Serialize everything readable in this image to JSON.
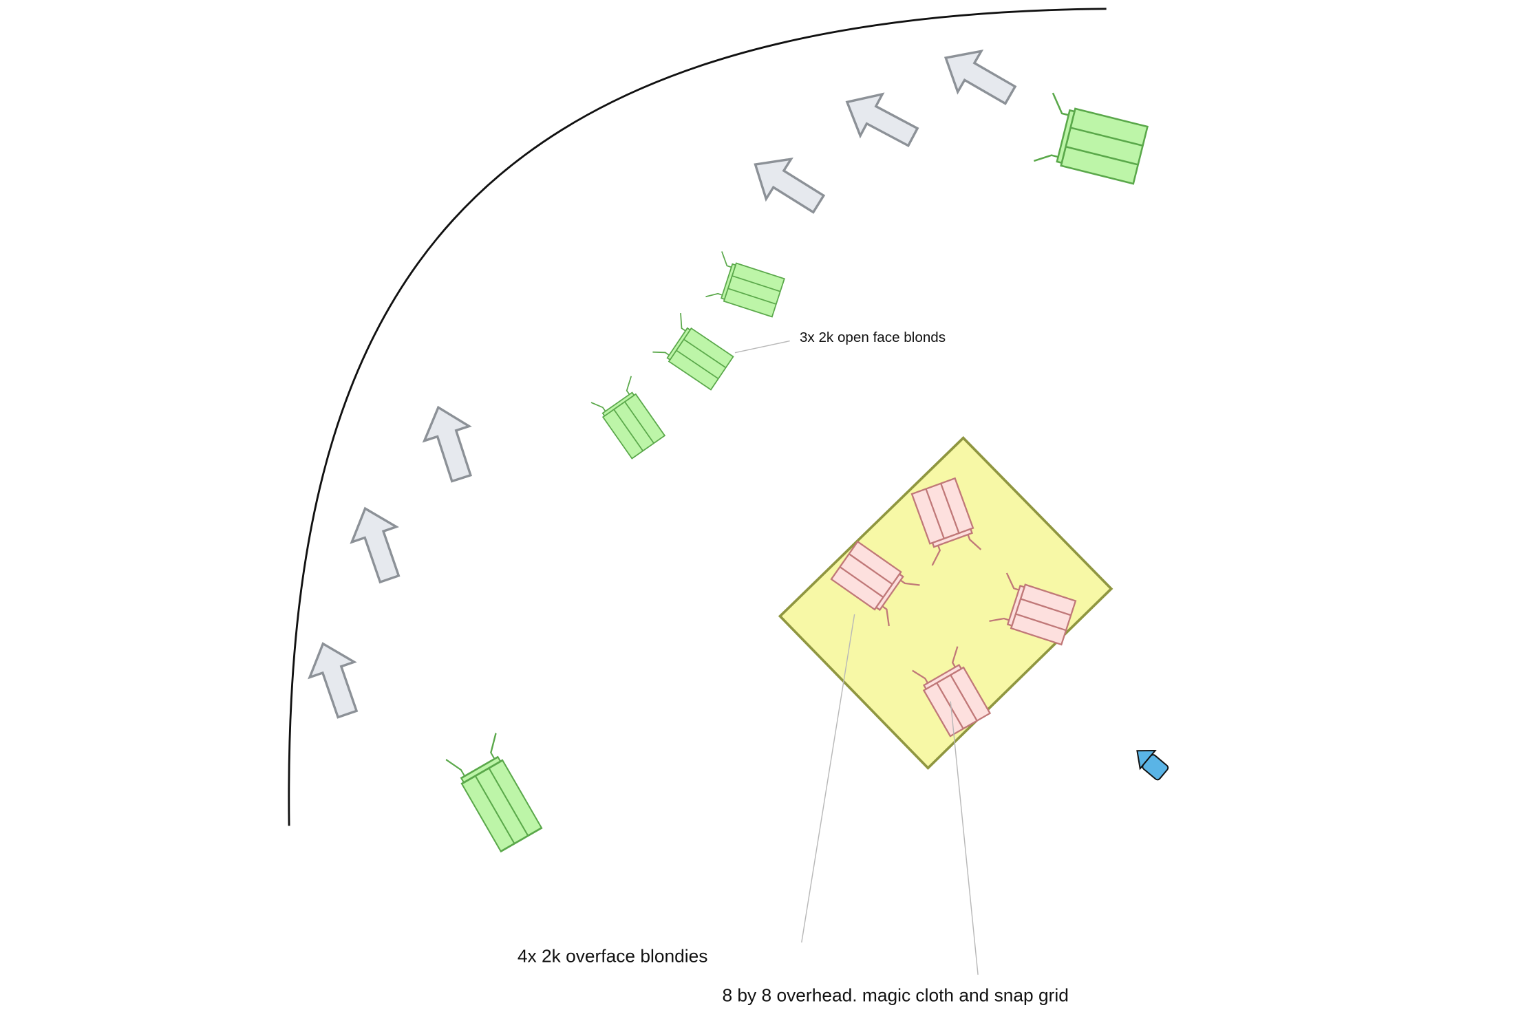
{
  "labels": {
    "open_face": "3x 2k open face blonds",
    "overface": "4x 2k overface blondies",
    "overhead": "8 by 8 overhead. magic cloth and snap grid"
  },
  "colors": {
    "green_fixture_fill": "#bdf5a8",
    "green_fixture_stroke": "#5aa84a",
    "pink_fixture_fill": "#fde0de",
    "pink_fixture_stroke": "#c07878",
    "overhead_fill": "#f7f8a6",
    "overhead_stroke": "#8f9640",
    "arrow_fill": "#e6e9ee",
    "arrow_stroke": "#8c9197",
    "camera": "#5ab4e6"
  },
  "elements": {
    "green_fixtures": 5,
    "pink_fixtures": 4,
    "arrows": 6,
    "camera_icon": "camera-icon"
  }
}
